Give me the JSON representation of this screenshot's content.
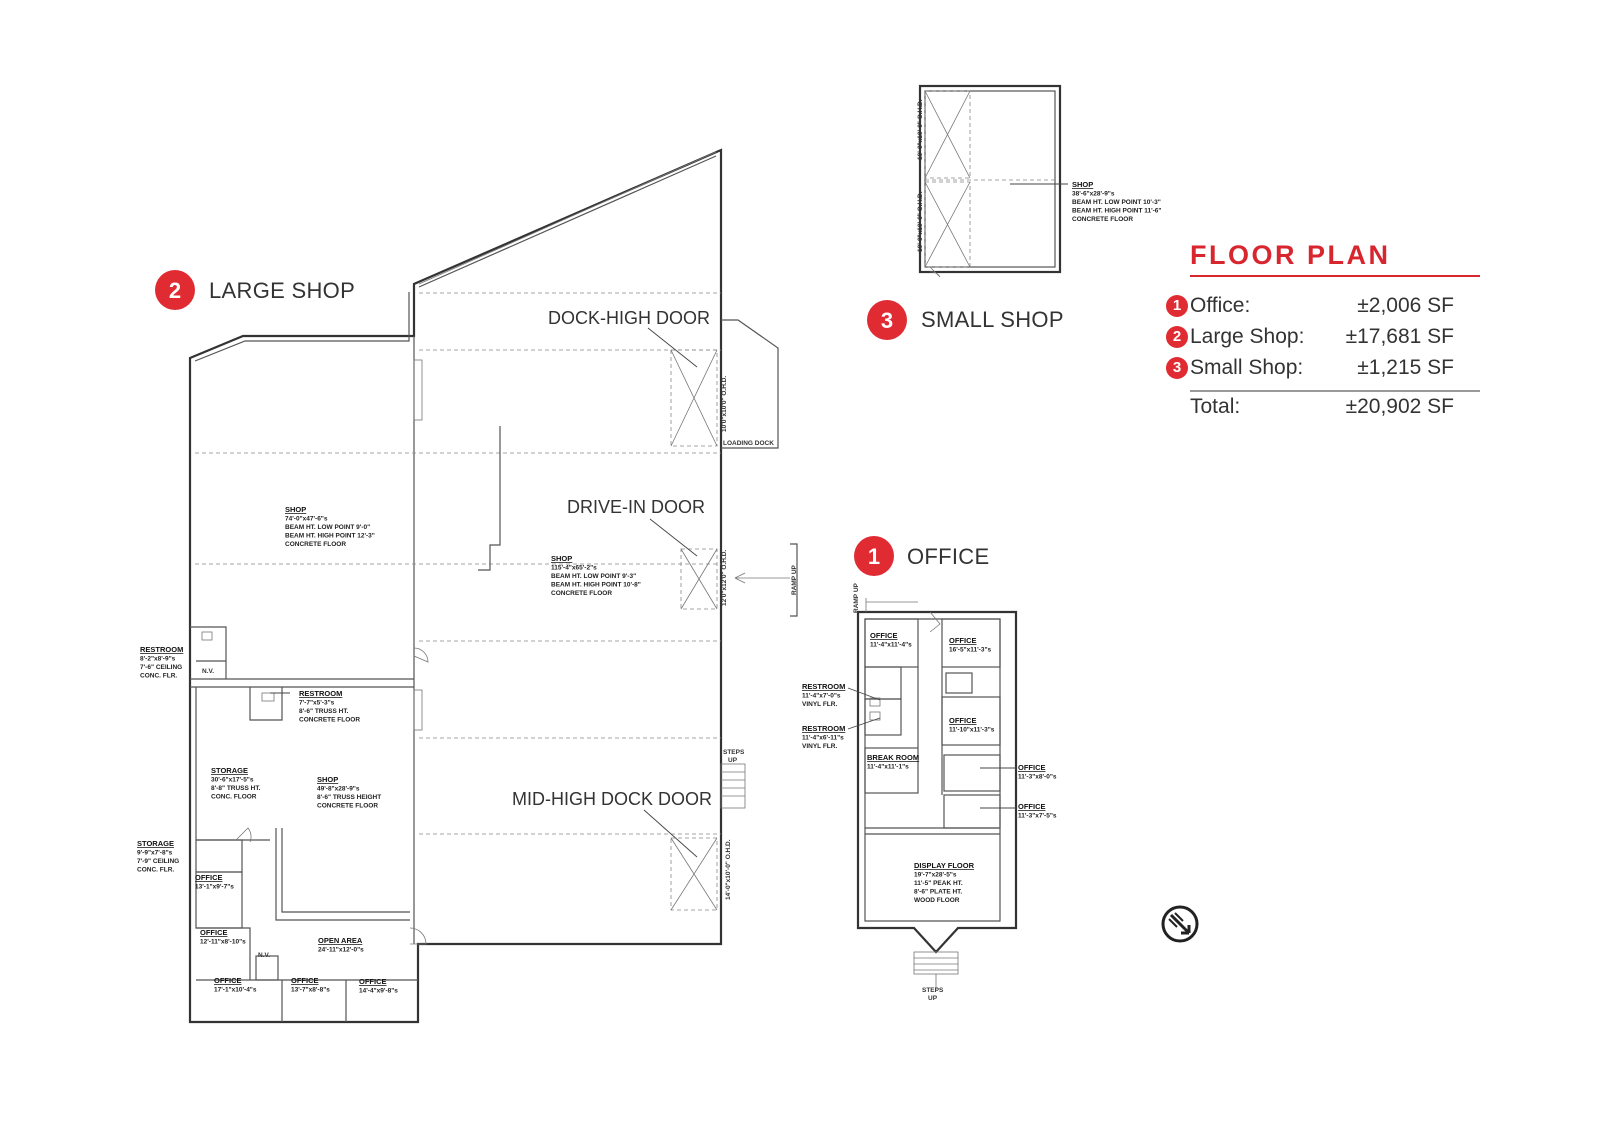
{
  "legend": {
    "title": "FLOOR PLAN",
    "items": [
      {
        "num": "1",
        "name": "Office:",
        "value": "±2,006 SF"
      },
      {
        "num": "2",
        "name": "Large Shop:",
        "value": "±17,681 SF"
      },
      {
        "num": "3",
        "name": "Small Shop:",
        "value": "±1,215 SF"
      }
    ],
    "total": {
      "name": "Total:",
      "value": "±20,902 SF"
    }
  },
  "callouts": {
    "large_shop": {
      "num": "2",
      "label": "LARGE SHOP"
    },
    "small_shop": {
      "num": "3",
      "label": "SMALL SHOP"
    },
    "office": {
      "num": "1",
      "label": "OFFICE"
    }
  },
  "doors": {
    "dock_high": "DOCK-HIGH DOOR",
    "drive_in": "DRIVE-IN DOOR",
    "mid_high": "MID-HIGH DOCK DOOR"
  },
  "rooms": {
    "shop_a": {
      "title": "SHOP",
      "lines": [
        "74'-0\"x47'-6\"s",
        "BEAM HT. LOW POINT 9'-0\"",
        "BEAM HT. HIGH POINT 12'-3\"",
        "CONCRETE FLOOR"
      ]
    },
    "shop_b": {
      "title": "SHOP",
      "lines": [
        "115'-4\"x65'-2\"s",
        "BEAM HT. LOW POINT 9'-3\"",
        "BEAM HT. HIGH POINT 10'-8\"",
        "CONCRETE FLOOR"
      ]
    },
    "shop_c": {
      "title": "SHOP",
      "lines": [
        "49'-8\"x28'-9\"s",
        "8'-6\" TRUSS HEIGHT",
        "CONCRETE FLOOR"
      ]
    },
    "shop_small": {
      "title": "SHOP",
      "lines": [
        "38'-6\"x28'-9\"s",
        "BEAM HT. LOW POINT 10'-3\"",
        "BEAM HT. HIGH POINT 11'-6\"",
        "CONCRETE FLOOR"
      ]
    },
    "restroom_a": {
      "title": "RESTROOM",
      "lines": [
        "8'-2\"x8'-9\"s",
        "7'-6\" CEILING",
        "CONC. FLR."
      ]
    },
    "restroom_b": {
      "title": "RESTROOM",
      "lines": [
        "7'-7\"x5'-3\"s",
        "8'-6\" TRUSS HT.",
        "CONCRETE FLOOR"
      ]
    },
    "storage_a": {
      "title": "STORAGE",
      "lines": [
        "30'-6\"x17'-5\"s",
        "8'-8\" TRUSS HT.",
        "CONC. FLOOR"
      ]
    },
    "storage_b": {
      "title": "STORAGE",
      "lines": [
        "9'-9\"x7'-8\"s",
        "7'-9\" CEILING",
        "CONC. FLR."
      ]
    },
    "office_ls1": {
      "title": "OFFICE",
      "lines": [
        "13'-1\"x9'-7\"s"
      ]
    },
    "office_ls2": {
      "title": "OFFICE",
      "lines": [
        "12'-11\"x8'-10\"s"
      ]
    },
    "office_ls3": {
      "title": "OFFICE",
      "lines": [
        "17'-1\"x10'-4\"s"
      ]
    },
    "office_ls4": {
      "title": "OFFICE",
      "lines": [
        "13'-7\"x8'-8\"s"
      ]
    },
    "office_ls5": {
      "title": "OFFICE",
      "lines": [
        "14'-4\"x9'-8\"s"
      ]
    },
    "open_area": {
      "title": "OPEN AREA",
      "lines": [
        "24'-11\"x12'-0\"s"
      ]
    },
    "o_office1": {
      "title": "OFFICE",
      "lines": [
        "11'-4\"x11'-4\"s"
      ]
    },
    "o_office2": {
      "title": "OFFICE",
      "lines": [
        "16'-5\"x11'-3\"s"
      ]
    },
    "o_office3": {
      "title": "OFFICE",
      "lines": [
        "11'-10\"x11'-3\"s"
      ]
    },
    "o_office4": {
      "title": "OFFICE",
      "lines": [
        "11'-3\"x8'-0\"s"
      ]
    },
    "o_office5": {
      "title": "OFFICE",
      "lines": [
        "11'-3\"x7'-5\"s"
      ]
    },
    "o_rest1": {
      "title": "RESTROOM",
      "lines": [
        "11'-4\"x7'-0\"s",
        "VINYL FLR."
      ]
    },
    "o_rest2": {
      "title": "RESTROOM",
      "lines": [
        "11'-4\"x6'-11\"s",
        "VINYL FLR."
      ]
    },
    "break_room": {
      "title": "BREAK ROOM",
      "lines": [
        "11'-4\"x11'-1\"s"
      ]
    },
    "display": {
      "title": "DISPLAY FLOOR",
      "lines": [
        "19'-7\"x28'-5\"s",
        "11'-5\" PEAK HT.",
        "8'-6\" PLATE HT.",
        "WOOD FLOOR"
      ]
    }
  },
  "small_labels": {
    "loading_dock": "LOADING DOCK",
    "steps_up": [
      "STEPS",
      "UP"
    ],
    "ramp_up": "RAMP UP",
    "nv": "N.V.",
    "ohd_dock": "10'0\"x10'0\" O.H.D.",
    "ohd_drive": "12'0\"x12'0\" O.H.D.",
    "ohd_mid": "14'-0\"x10'-0\" O.H.D.",
    "ohd_small1": "10'-0\"x10'-0\" O.H.D.",
    "ohd_small2": "10'-0\"x10'-0\" O.H.D."
  },
  "colors": {
    "accent": "#e02b33",
    "line": "#333333"
  },
  "icons": {
    "north_arrow": "north-arrow-icon"
  }
}
